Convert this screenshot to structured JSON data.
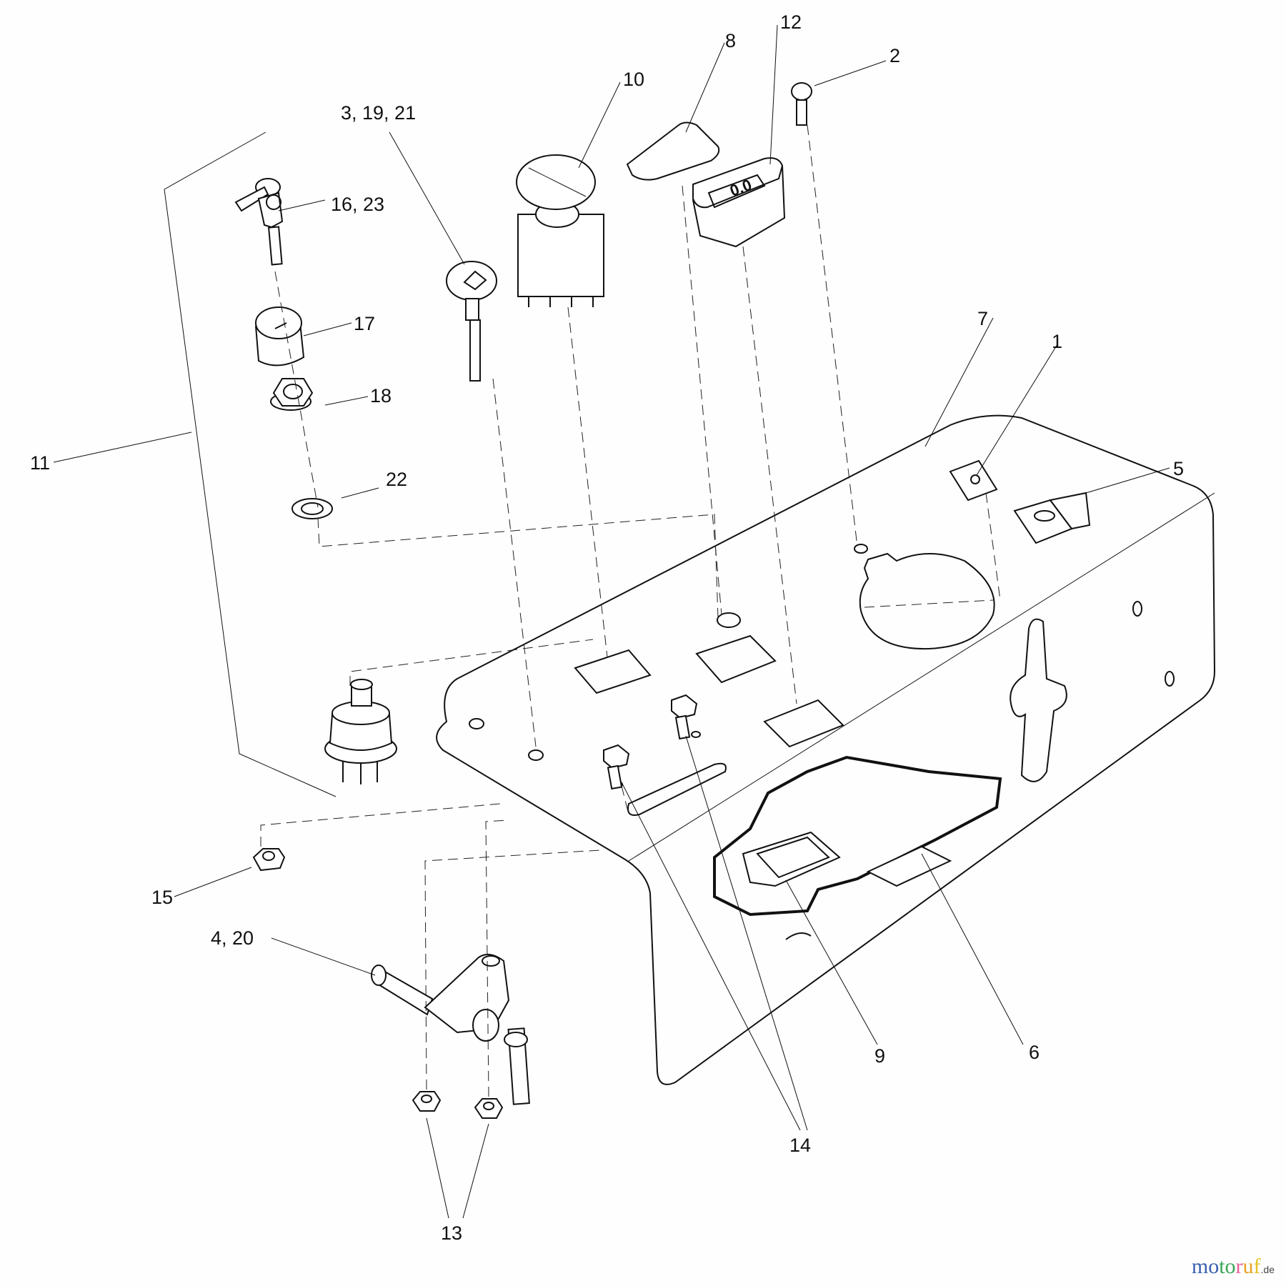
{
  "diagram": {
    "title": "Exploded parts diagram - control panel assembly",
    "callouts": [
      {
        "id": "c1",
        "label": "1"
      },
      {
        "id": "c2",
        "label": "2"
      },
      {
        "id": "c3",
        "label": "3, 19, 21"
      },
      {
        "id": "c4",
        "label": "4, 20"
      },
      {
        "id": "c5",
        "label": "5"
      },
      {
        "id": "c6",
        "label": "6"
      },
      {
        "id": "c7",
        "label": "7"
      },
      {
        "id": "c8",
        "label": "8"
      },
      {
        "id": "c9",
        "label": "9"
      },
      {
        "id": "c10",
        "label": "10"
      },
      {
        "id": "c11",
        "label": "11"
      },
      {
        "id": "c12",
        "label": "12"
      },
      {
        "id": "c13",
        "label": "13"
      },
      {
        "id": "c14",
        "label": "14"
      },
      {
        "id": "c15",
        "label": "15"
      },
      {
        "id": "c16",
        "label": "16, 23"
      },
      {
        "id": "c17",
        "label": "17"
      },
      {
        "id": "c18",
        "label": "18"
      },
      {
        "id": "c22",
        "label": "22"
      }
    ],
    "hour_meter_display": "0.0"
  },
  "watermark": {
    "letters": [
      "m",
      "o",
      "t",
      "o",
      "r",
      "u",
      "f"
    ],
    "letter_colors": [
      "#3a5fb0",
      "#3a5fb0",
      "#3aa655",
      "#3aa655",
      "#e8609a",
      "#e8a020",
      "#e8c020"
    ],
    "suffix": ".de"
  }
}
